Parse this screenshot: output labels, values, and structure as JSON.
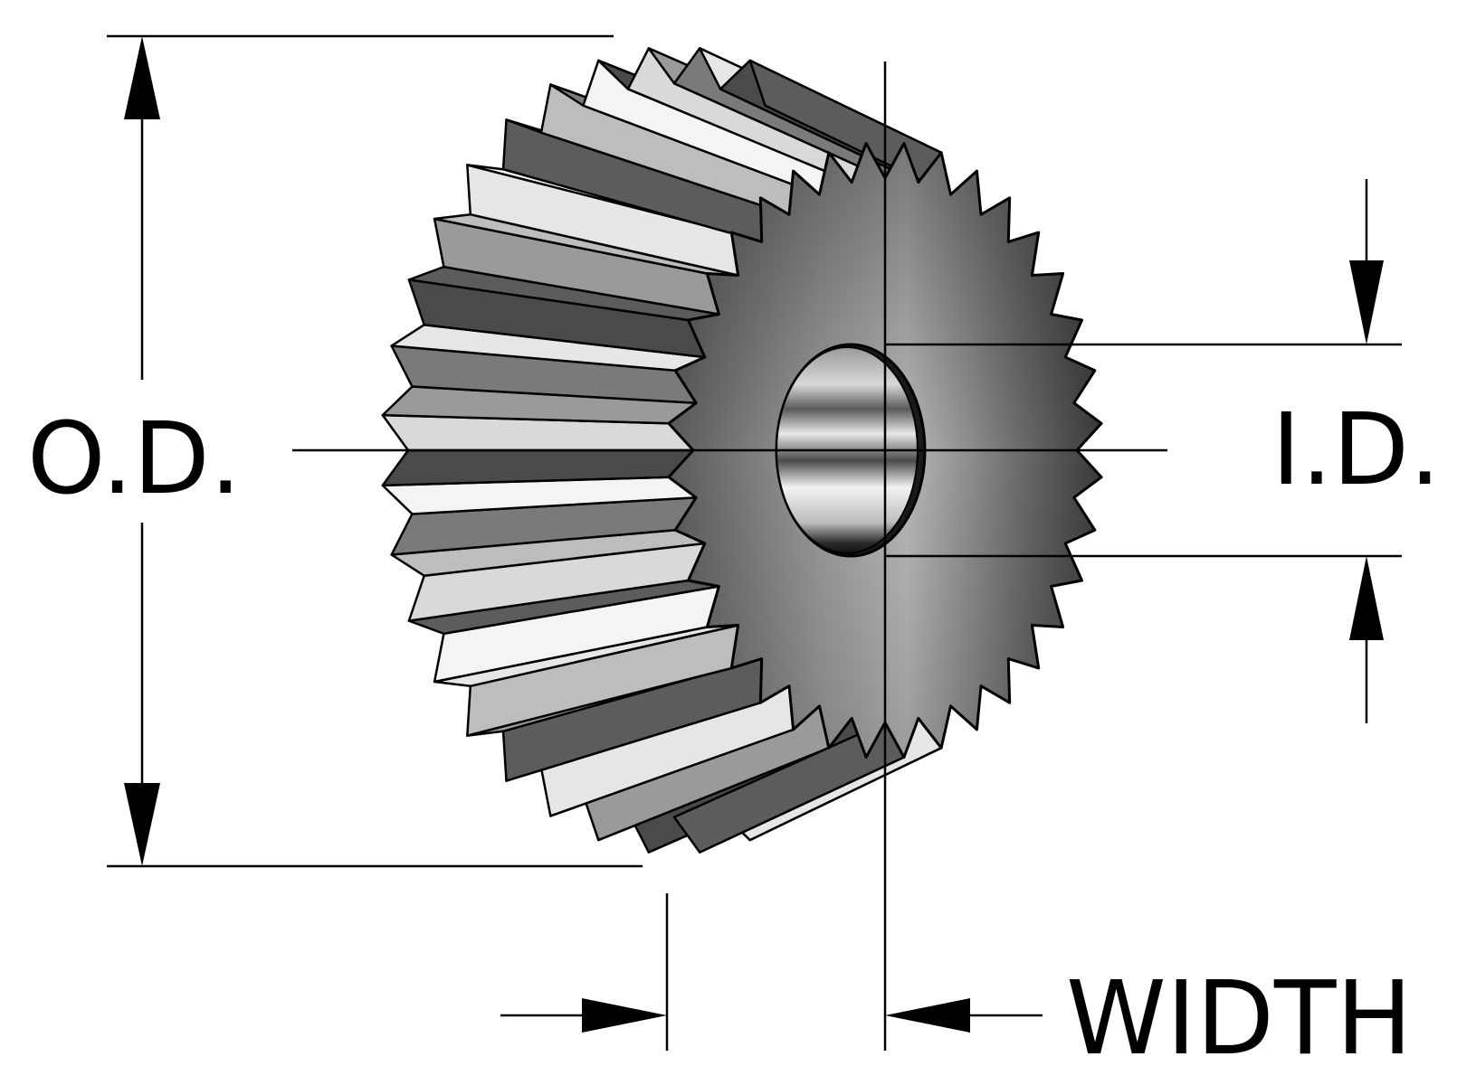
{
  "labels": {
    "od": "O.D.",
    "id": "I.D.",
    "width": "WIDTH"
  },
  "colors": {
    "line": "#000000",
    "background": "#ffffff",
    "face_dark": "#3c3c3c",
    "face_light": "#c8c8c8",
    "tooth_light": "#f4f4f4",
    "tooth_dark": "#4a4a4a"
  }
}
